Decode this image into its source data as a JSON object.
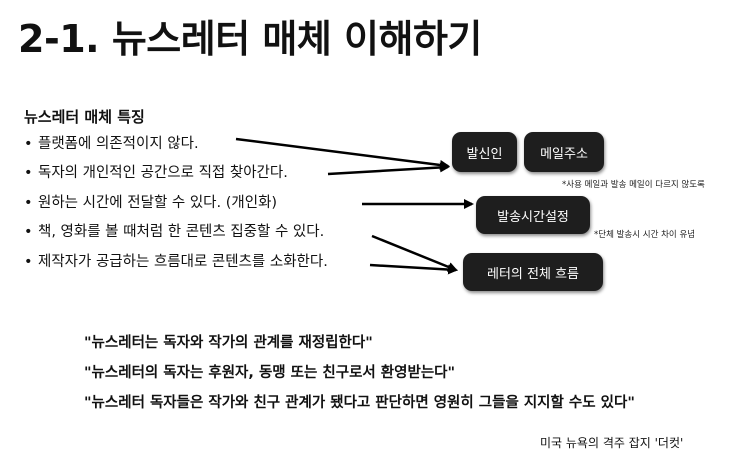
{
  "title": "2-1. 뉴스레터 매체 이해하기",
  "features": {
    "heading": "뉴스레터 매체 특징",
    "items": [
      "플랫폼에 의존적이지 않다.",
      "독자의 개인적인 공간으로 직접 찾아간다.",
      "원하는 시간에 전달할 수 있다. (개인화)",
      "책, 영화를 볼 때처럼 한 콘텐츠 집중할 수 있다.",
      "제작자가 공급하는 흐름대로 콘텐츠를 소화한다."
    ]
  },
  "pills": {
    "sender": "발신인",
    "email": "메일주소",
    "schedule": "발송시간설정",
    "flow": "레터의 전체 흐름"
  },
  "notes": {
    "email_note": "*사용 메일과 발송 메일이 다르지 않도록",
    "schedule_note": "*단체 발송시 시간 차이 유념"
  },
  "quotes": [
    "\"뉴스레터는 독자와 작가의 관계를 재정립한다\"",
    "\"뉴스레터의 독자는 후원자, 동맹 또는 친구로서 환영받는다\"",
    "\"뉴스레터 독자들은 작가와 친구 관계가 됐다고 판단하면 영원히 그들을 지지할 수도 있다\""
  ],
  "source": "미국 뉴욕의 격주 잡지 '더컷'",
  "colors": {
    "pill_bg": "#1e1e1e",
    "text": "#111111"
  }
}
